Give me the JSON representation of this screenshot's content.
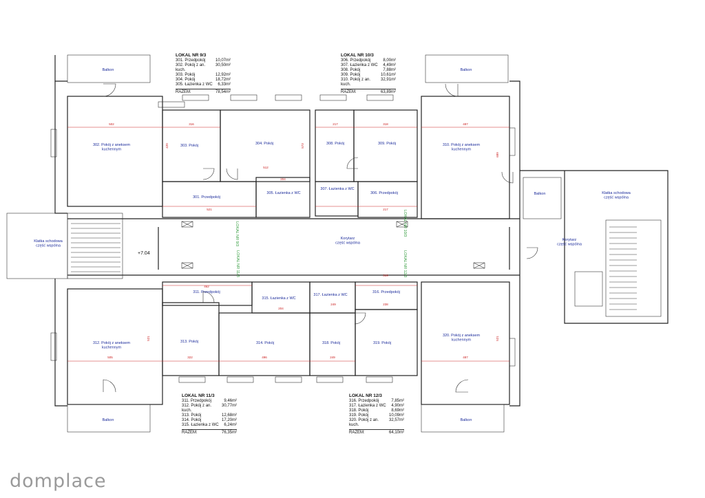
{
  "watermark": "domplace",
  "level_mark": "+7.04",
  "common": {
    "corridor_west": "Korytarz\nczęść wspólna",
    "corridor_east": "Korytarz\nczęść wspólna",
    "stair_west": "Klatka schodowa\nczęść wspólna",
    "stair_east": "Klatka schodowa\nczęść wspólna",
    "balcony": "Balkon"
  },
  "unit_labels": {
    "u9": "LOKAL NR 9/3",
    "u10": "LOKAL NR 10/3",
    "u11": "LOKAL NR 11/3",
    "u12": "LOKAL NR 12/3"
  },
  "rooms": {
    "r301": "301. Przedpokój",
    "r302": "302. Pokój z aneksem\nkuchennym",
    "r303": "303. Pokój",
    "r304": "304. Pokój",
    "r305": "305. Łazienka z WC",
    "r306": "306. Przedpokój",
    "r307": "307. Łazienka z WC",
    "r308": "308. Pokój",
    "r309": "309. Pokój",
    "r310": "310. Pokój z aneksem\nkuchennym",
    "r311": "311. Przedpokój",
    "r312": "312. Pokój z aneksem\nkuchennym",
    "r313": "313. Pokój",
    "r314": "314. Pokój",
    "r315": "315. Łazienka z WC",
    "r316": "316. Przedpokój",
    "r317": "317. Łazienka z WC",
    "r318": "318. Pokój",
    "r319": "319. Pokój",
    "r320": "320. Pokój z aneksem\nkuchennym"
  },
  "dims": {
    "d302w": "502",
    "d303w": "316",
    "d309w": "318",
    "d310w": "487",
    "d308w": "217",
    "d301w": "521",
    "d306w": "217",
    "d311w": "462",
    "d316w": "319",
    "d313w": "322",
    "d314w": "496",
    "d318w": "249",
    "d320w": "487",
    "d312w": "505",
    "d319w": "238",
    "d305w": "204",
    "d317w": "249",
    "d315w": "204",
    "d304w": "512",
    "d304h": "573",
    "d310h": "689",
    "d303h": "420",
    "d312h": "521",
    "d320h": "521"
  },
  "units": [
    {
      "title": "LOKAL NR 9/3",
      "rows": [
        [
          "301. Przedpokój",
          "10,07m²"
        ],
        [
          "302. Pokój z an. kuch.",
          "30,50m²"
        ],
        [
          "303. Pokój",
          "12,92m²"
        ],
        [
          "304. Pokój",
          "18,72m²"
        ],
        [
          "305. Łazienka z WC",
          "6,33m²"
        ]
      ],
      "total_label": "RAZEM:",
      "total": "78,54m²"
    },
    {
      "title": "LOKAL NR 10/3",
      "rows": [
        [
          "306. Przedpokój",
          "8,00m²"
        ],
        [
          "307. Łazienka z WC",
          "4,49m²"
        ],
        [
          "308. Pokój",
          "7,88m²"
        ],
        [
          "309. Pokój",
          "10,61m²"
        ],
        [
          "310. Pokój z an. kuch.",
          "32,91m²"
        ]
      ],
      "total_label": "RAZEM:",
      "total": "63,89m²"
    },
    {
      "title": "LOKAL NR 11/3",
      "rows": [
        [
          "311. Przedpokój",
          "9,46m²"
        ],
        [
          "312. Pokój z an. kuch.",
          "30,77m²"
        ],
        [
          "313. Pokój",
          "12,68m²"
        ],
        [
          "314. Pokój",
          "17,20m²"
        ],
        [
          "315. Łazienka z WC",
          "6,24m²"
        ]
      ],
      "total_label": "RAZEM:",
      "total": "76,35m²"
    },
    {
      "title": "LOKAL NR 12/3",
      "rows": [
        [
          "316. Przedpokój",
          "7,85m²"
        ],
        [
          "317. Łazienka z WC",
          "4,90m²"
        ],
        [
          "318. Pokój",
          "8,69m²"
        ],
        [
          "319. Pokój",
          "10,09m²"
        ],
        [
          "320. Pokój z an. kuch.",
          "32,57m²"
        ]
      ],
      "total_label": "RAZEM:",
      "total": "64,10m²"
    }
  ],
  "colors": {
    "wall": "#222222",
    "room_label": "#1a2a9a",
    "unit_label": "#2f9a3a",
    "dim": "#cc2222"
  }
}
